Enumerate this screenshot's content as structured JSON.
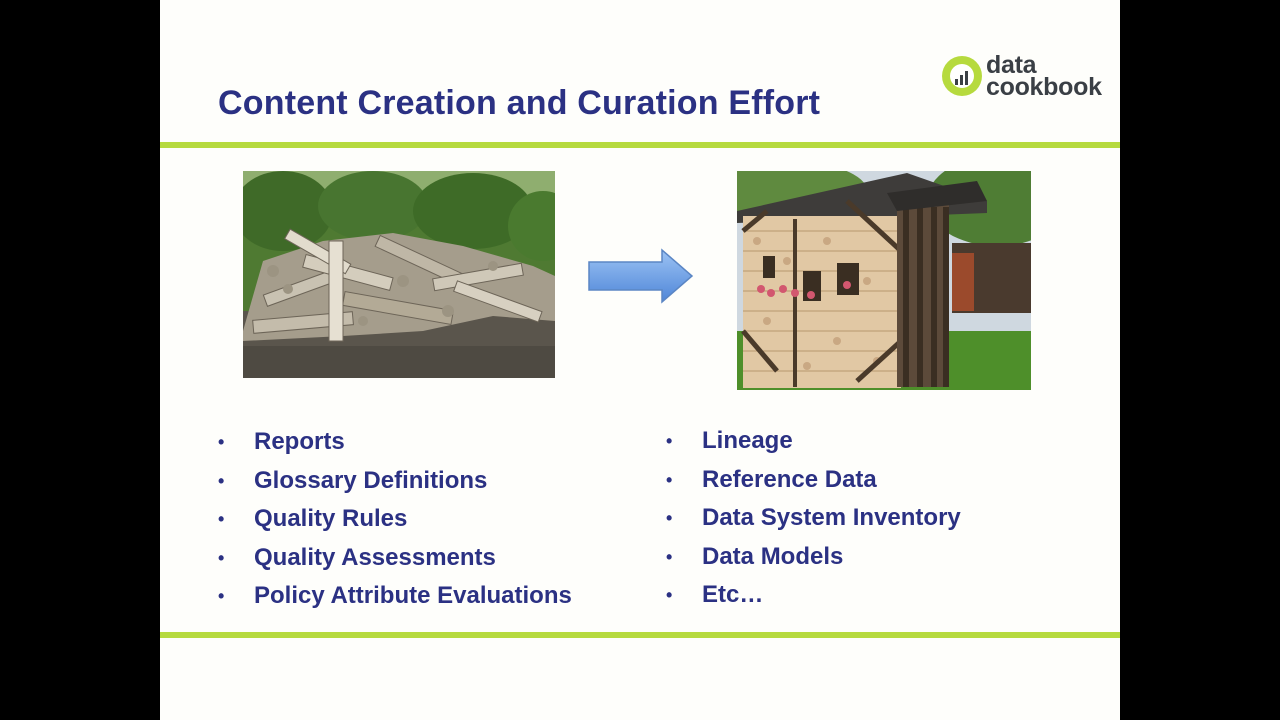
{
  "slide": {
    "title": "Content Creation and Curation Effort",
    "logo": {
      "line1": "data",
      "line2": "cookbook",
      "icon": "bar-chart-icon"
    },
    "bullet_char": "•",
    "left_list": [
      "Reports",
      "Glossary Definitions",
      "Quality Rules",
      "Quality Assessments",
      "Policy Attribute Evaluations"
    ],
    "right_list": [
      "Lineage",
      "Reference Data",
      "Data System Inventory",
      "Data Models",
      "Etc…"
    ],
    "colors": {
      "title": "#2b3183",
      "accent_rule": "#b6da3e",
      "logo_text": "#3a3f45",
      "arrow_fill": "#6fa2e8"
    }
  }
}
